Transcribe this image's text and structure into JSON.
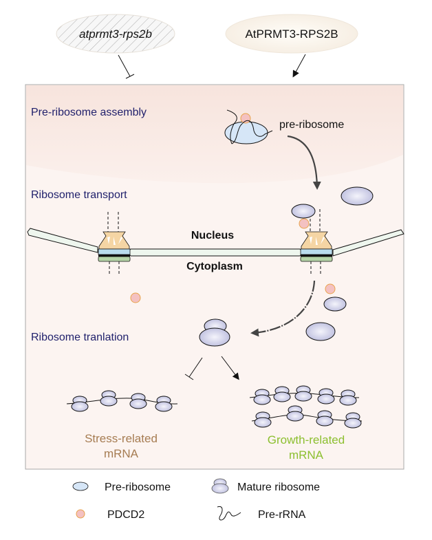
{
  "top": {
    "mutant": {
      "label": "atprmt3-rps2b",
      "effect": "inhibits"
    },
    "wildtype": {
      "label": "AtPRMT3-RPS2B",
      "effect": "promotes"
    }
  },
  "stages": {
    "assembly": "Pre-ribosome assembly",
    "transport": "Ribosome transport",
    "translation": "Ribosome tranlation"
  },
  "labels": {
    "preribosome": "pre-ribosome",
    "nucleus": "Nucleus",
    "cytoplasm": "Cytoplasm"
  },
  "outputs": {
    "stress": {
      "line1": "Stress-related",
      "line2": "mRNA",
      "color": "#a67c52",
      "effect": "inhibited"
    },
    "growth": {
      "line1": "Growth-related",
      "line2": "mRNA",
      "color": "#8cbf2f",
      "effect": "promoted"
    }
  },
  "legend": {
    "items": [
      {
        "key": "pre-ribosome",
        "label": "Pre-ribosome"
      },
      {
        "key": "mature-ribosome",
        "label": "Mature ribosome"
      },
      {
        "key": "pdcd2",
        "label": "PDCD2"
      },
      {
        "key": "pre-rrna",
        "label": "Pre-rRNA"
      }
    ]
  },
  "colors": {
    "stage_text": "#1f1f6b",
    "frame_bg": "#fcf4f1",
    "nucleus_band": "#f8e6e0",
    "pre_ribosome_fill": "#d6e6f7",
    "ribosome_fill": "#c8c9e6",
    "pdcd2_fill": "#f4c1c1",
    "pdcd2_stroke": "#e8a24a",
    "pore_top": "#f5d5a4",
    "pore_mid": "#b9dced",
    "pore_bottom": "#b5d3a7",
    "envelope_fill": "#eef6ee"
  }
}
